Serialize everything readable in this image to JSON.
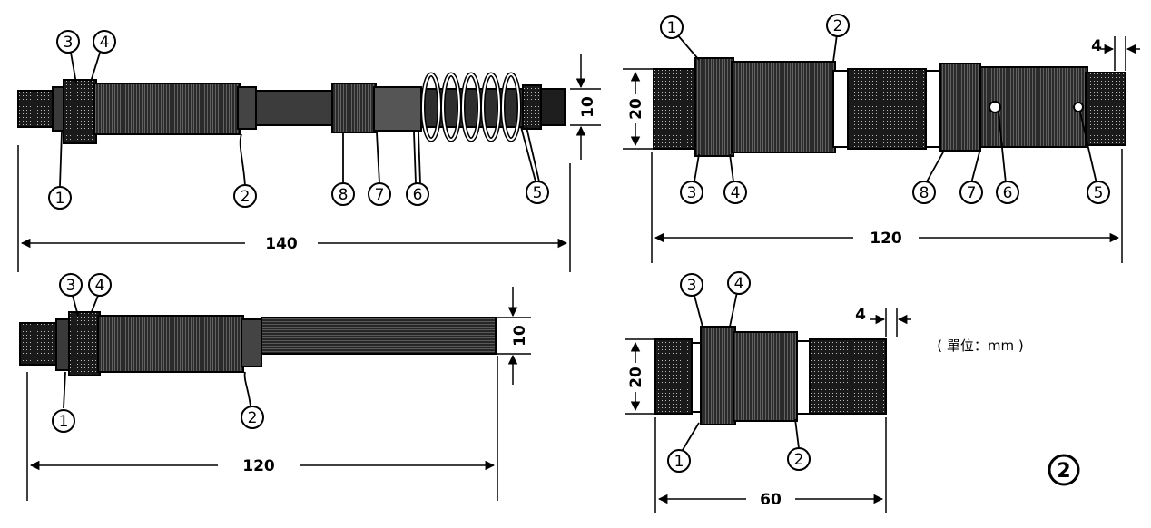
{
  "parts": [
    "1",
    "2",
    "3",
    "4",
    "5",
    "6",
    "7",
    "8"
  ],
  "dims": {
    "d140": "140",
    "d120a": "120",
    "d120b": "120",
    "d60": "60",
    "d10a": "10",
    "d10b": "10",
    "d20a": "20",
    "d20b": "20",
    "d4a": "4",
    "d4b": "4"
  },
  "unit_note": "( 單位：mm )",
  "figure_number": "2"
}
